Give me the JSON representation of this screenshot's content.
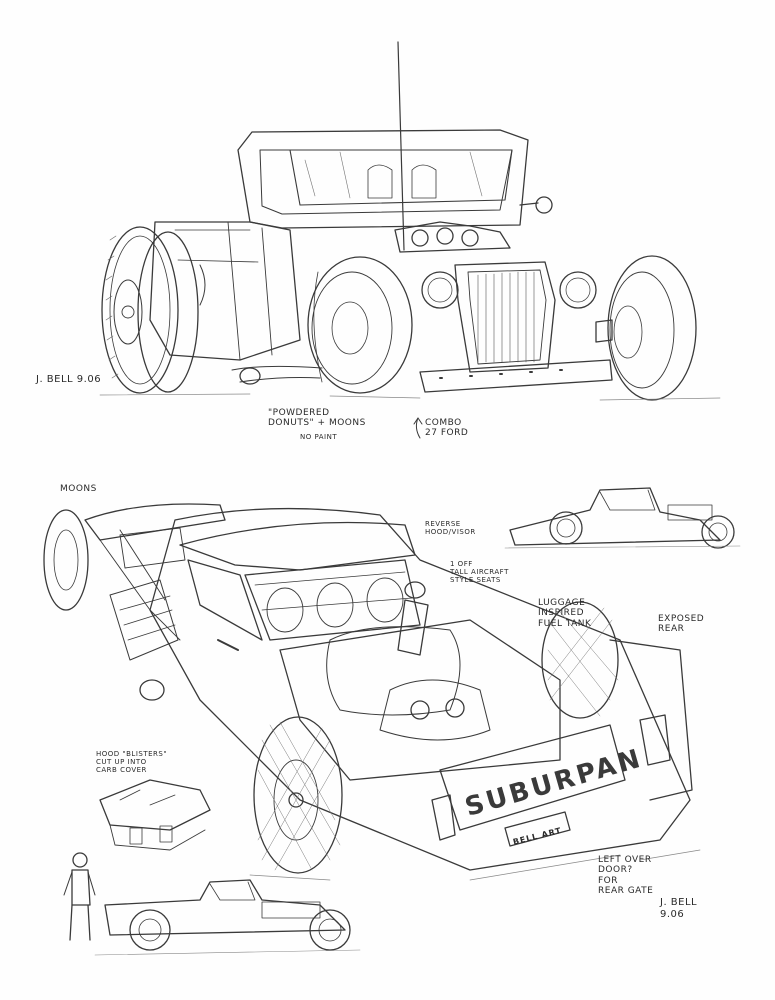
{
  "sheet": {
    "background": "#fefefe",
    "ink": "#3a3a3a",
    "top_drawing": {
      "signature": "J. BELL 9.06",
      "note_left": "\"POWDERED\nDONUTS\" + MOONS",
      "note_left_sub": "NO PAINT",
      "note_right": "COMBO\n27 FORD"
    },
    "bottom_drawing": {
      "label_moons": "MOONS",
      "note_reverse_hood": "REVERSE\nHOOD/VISOR",
      "note_seats": "1 OFF\nTALL AIRCRAFT\nSTYLE SEATS",
      "note_fuel_tank": "LUGGAGE\nINSPIRED\nFUEL TANK",
      "note_exposed_rear": "EXPOSED\nREAR",
      "note_hood_blisters": "HOOD \"BLISTERS\"\nCUT UP INTO\nCARB COVER",
      "note_left_over_door": "LEFT OVER\nDOOR?\nFOR\nREAR GATE",
      "signature": "J. BELL\n9.06",
      "tailgate_lettering": "SUBURPAN",
      "plate_text": "BELL ART"
    }
  }
}
